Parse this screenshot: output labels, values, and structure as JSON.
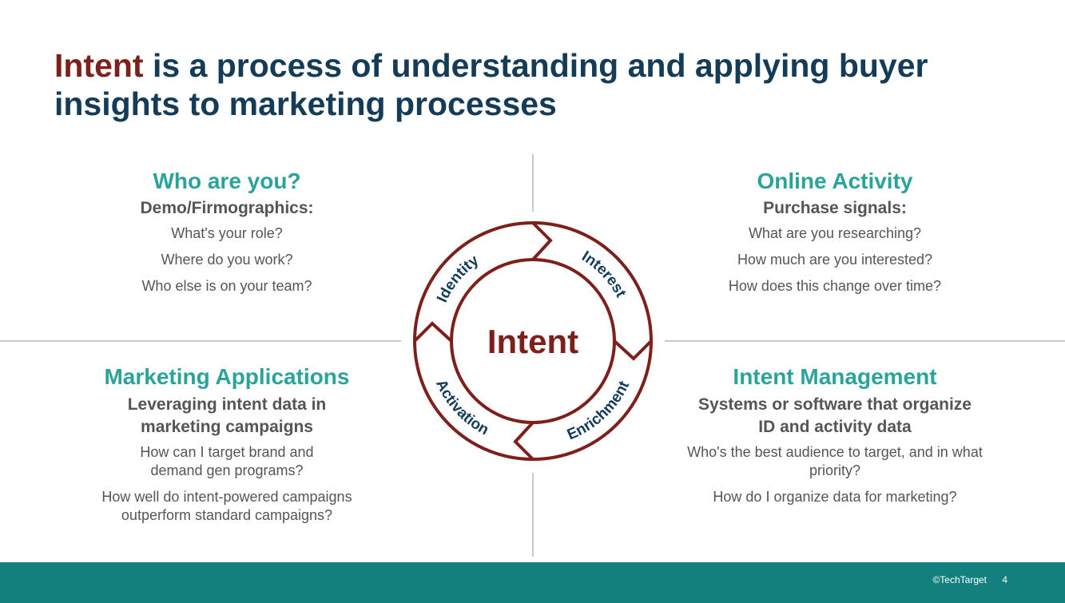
{
  "title": {
    "accent": "Intent",
    "rest": " is a process of understanding and applying buyer insights to marketing processes"
  },
  "quadrants": {
    "top_left": {
      "title": "Who are you?",
      "subtitle": "Demo/Firmographics:",
      "lines": [
        "What's your role?",
        "Where do you work?",
        "Who else is on your team?"
      ]
    },
    "top_right": {
      "title": "Online Activity",
      "subtitle": "Purchase signals:",
      "lines": [
        "What are you researching?",
        "How much are you interested?",
        "How does this change over time?"
      ]
    },
    "bottom_left": {
      "title": "Marketing Applications",
      "subtitle": "Leveraging intent data in marketing campaigns",
      "lines": [
        "How can I target brand and demand gen programs?",
        "How well do intent-powered campaigns outperform standard campaigns?"
      ]
    },
    "bottom_right": {
      "title": "Intent Management",
      "subtitle": "Systems or software that organize ID and activity data",
      "lines": [
        "Who's the best audience to target, and in what priority?",
        "How do I organize data for marketing?"
      ]
    }
  },
  "cycle": {
    "center": "Intent",
    "stages": [
      "Identity",
      "Interest",
      "Enrichment",
      "Activation"
    ],
    "ring_color": "#7d1f1a",
    "label_color": "#143c58"
  },
  "footer": {
    "copyright": "©TechTarget",
    "page": "4"
  },
  "colors": {
    "title": "#143c58",
    "accent": "#7d1f1a",
    "heading": "#2aa39b",
    "footer": "#13807d"
  }
}
